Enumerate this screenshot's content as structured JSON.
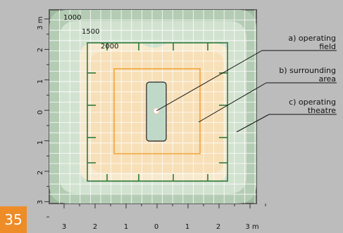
{
  "contour_labels": [
    "1000",
    "1500",
    "2000"
  ],
  "axis": {
    "x_ticks": [
      "3",
      "2",
      "1",
      "0",
      "1",
      "2",
      "3 m"
    ],
    "y_ticks": [
      "3 m",
      "2",
      "1",
      "0",
      "1",
      "2",
      "3"
    ]
  },
  "callouts": [
    {
      "id": "operating-field",
      "lines": [
        "a) operating",
        "field"
      ]
    },
    {
      "id": "surrounding-area",
      "lines": [
        "b) surrounding",
        "area"
      ]
    },
    {
      "id": "operating-theatre",
      "lines": [
        "c) operating",
        "theatre"
      ]
    }
  ],
  "page_number": "35",
  "colors": {
    "background": "#bcbcbc",
    "zone_1000": "#b4ccb4",
    "zone_1500": "#d2e2d0",
    "zone_2000": "#f6e9cd",
    "zone_inner": "#f7dfb8",
    "operating_field": "#c0d8c8",
    "walls": "#2f7a3a",
    "surrounding_outline": "#f0a030",
    "badge": "#ee8c28"
  }
}
